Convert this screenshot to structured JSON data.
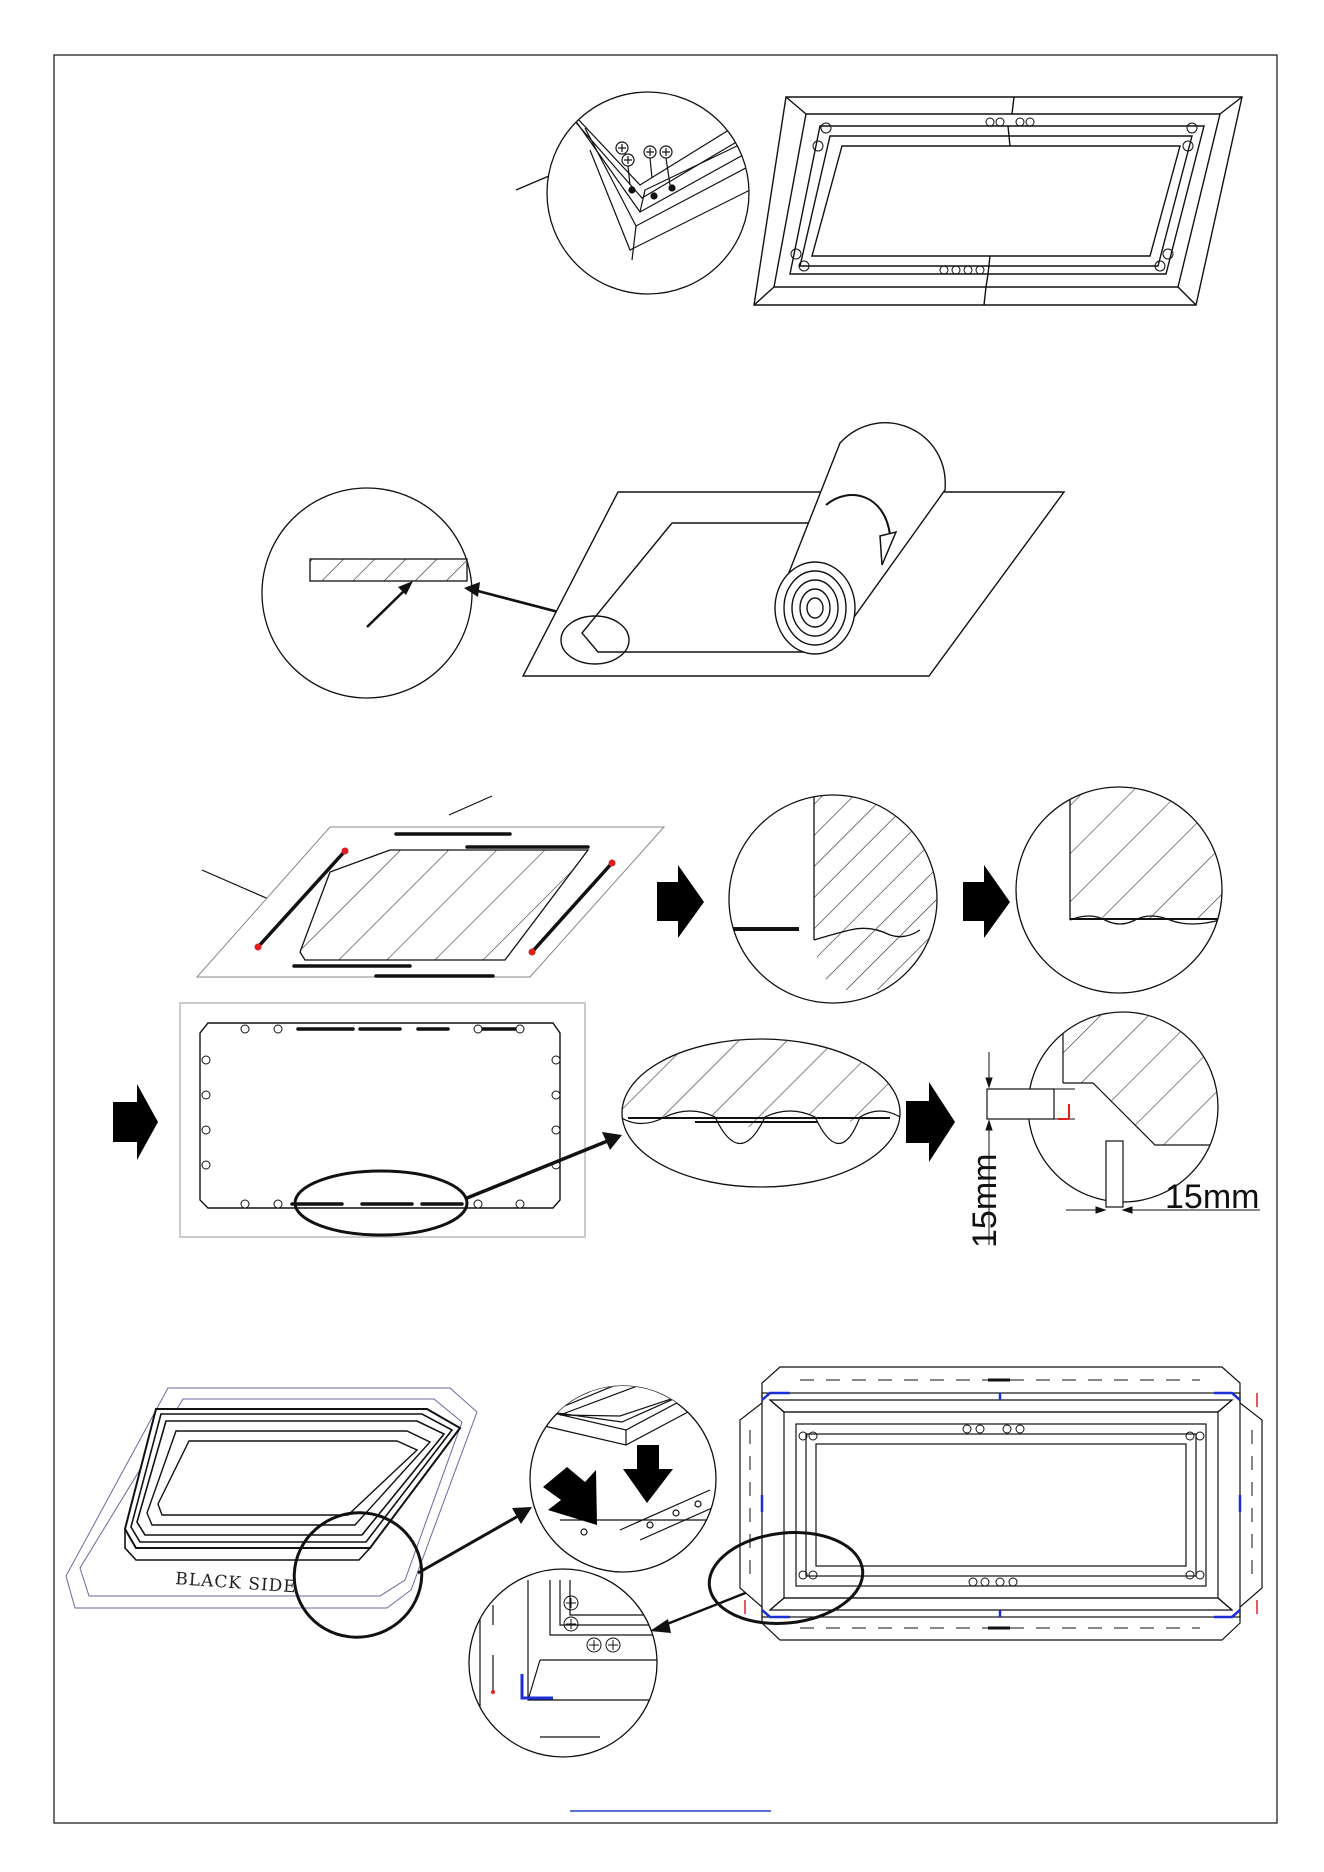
{
  "labels": {
    "dim_vertical": "15mm",
    "dim_horizontal": "15mm",
    "black_side": "BLACK SIDE"
  },
  "colors": {
    "line": "#111111",
    "marker_red": "#e02020",
    "corner_blue": "#1a2fd6",
    "link_blue": "#2244cc"
  },
  "icons": [
    "step-arrow-icon",
    "pointer-arrow-icon",
    "rotation-arrow-icon",
    "screw-icon"
  ]
}
